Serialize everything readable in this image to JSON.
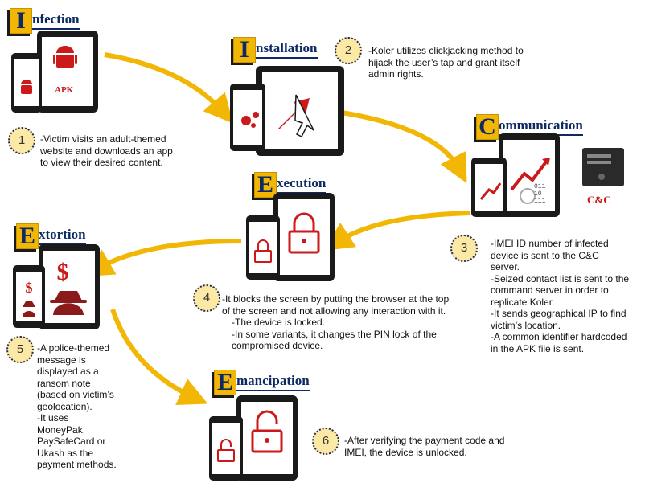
{
  "colors": {
    "accent": "#f2b705",
    "heading": "#0d2a63",
    "icon_red": "#cc1a1a",
    "arrow": "#f2b705"
  },
  "steps": [
    {
      "number": "1",
      "title_initial": "I",
      "title_rest": "nfection",
      "apk_label": "APK",
      "lines": [
        "-Victim visits an adult-themed",
        "website and downloads an app",
        "to view their desired content."
      ]
    },
    {
      "number": "2",
      "title_initial": "I",
      "title_rest": "nstallation",
      "lines": [
        "-Koler utilizes clickjacking method to",
        "hijack the user’s tap and grant itself",
        "admin rights."
      ]
    },
    {
      "number": "3",
      "title_initial": "C",
      "title_rest": "ommunication",
      "server_label": "C&C",
      "binary_text": [
        "011",
        "10",
        "111"
      ],
      "lines": [
        "-IMEI ID number of infected",
        "device is sent to the C&C",
        "server.",
        "-Seized contact list is sent to the",
        "command server in order to",
        "replicate Koler.",
        "-It sends geographical IP to find",
        "victim’s location.",
        "-A common identifier hardcoded",
        "in the APK file is sent."
      ]
    },
    {
      "number": "4",
      "title_initial": "E",
      "title_rest": "xecution",
      "lines": [
        "-It blocks the screen by putting the browser at the top",
        "of the screen and not allowing any interaction with it.",
        "-The device is locked.",
        "-In some variants, it changes the PIN lock of the",
        "compromised device."
      ]
    },
    {
      "number": "5",
      "title_initial": "E",
      "title_rest": "xtortion",
      "lines": [
        "-A police-themed",
        "message is",
        "displayed as a",
        "ransom note",
        "(based on victim’s",
        "geolocation).",
        "-It uses",
        "MoneyPak,",
        "PaySafeCard or",
        "Ukash as the",
        "payment methods."
      ]
    },
    {
      "number": "6",
      "title_initial": "E",
      "title_rest": "mancipation",
      "lines": [
        "-After verifying the payment code and",
        "IMEI, the device is unlocked."
      ]
    }
  ]
}
